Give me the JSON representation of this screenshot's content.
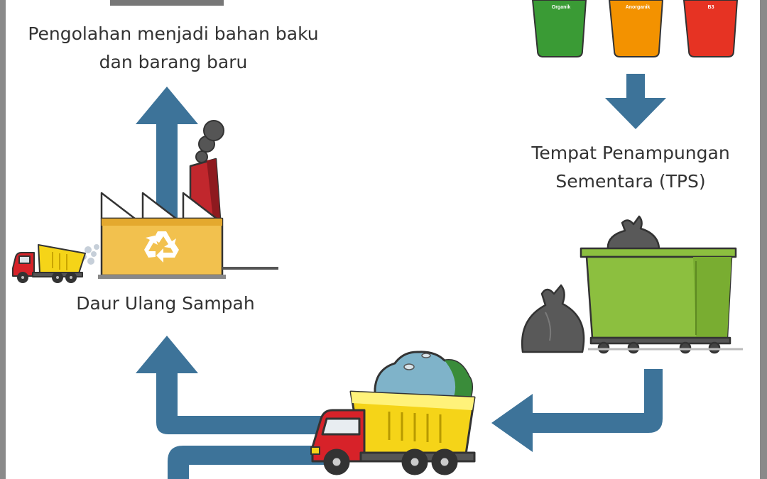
{
  "labels": {
    "processing_line1": "Pengolahan menjadi bahan baku",
    "processing_line2": "dan barang baru",
    "recycling": "Daur Ulang Sampah",
    "tps_line1": "Tempat Penampungan",
    "tps_line2": "Sementara (TPS)"
  },
  "bins": [
    {
      "label": "Organik",
      "color": "#3a9b35"
    },
    {
      "label": "Anorganik",
      "color": "#f39200"
    },
    {
      "label": "B3",
      "color": "#e63323"
    }
  ],
  "colors": {
    "arrow": "#3d7399",
    "factory_body": "#f2c14e",
    "chimney": "#c1272d",
    "smoke": "#555555",
    "truck_cab": "#d72229",
    "truck_bed": "#f5d418",
    "container": "#8cbf3f",
    "trash_bag": "#595959"
  },
  "icons": [
    "recycle-icon",
    "factory-icon",
    "dump-truck-icon",
    "garbage-container-icon",
    "trash-bag-icon",
    "trash-bin-icon"
  ]
}
